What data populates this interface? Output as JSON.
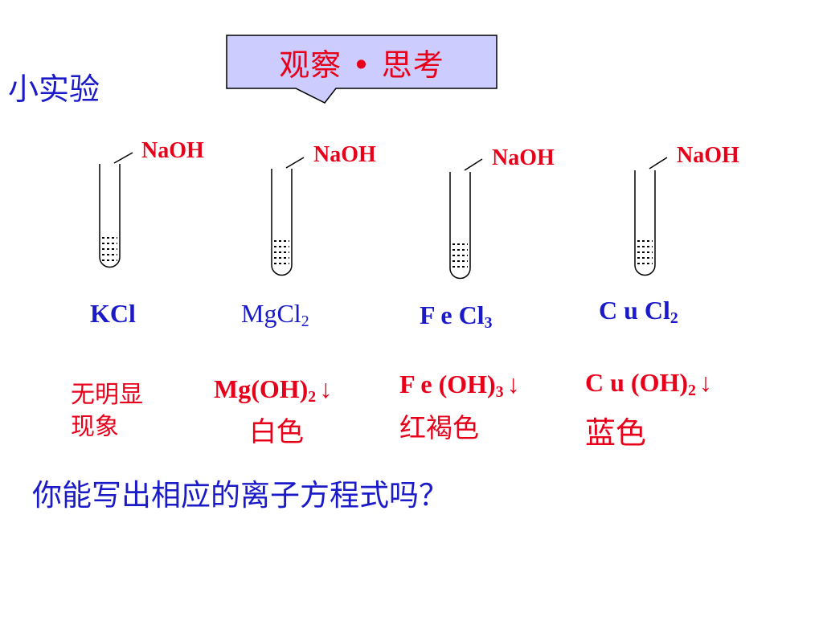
{
  "callout": {
    "text": "观察 • 思考"
  },
  "heading": "小实验",
  "tubes": [
    {
      "reagent": "NaOH",
      "salt": "KCl",
      "salt_sub": "",
      "result_line1": "无明显",
      "result_line2": "现象"
    },
    {
      "reagent": "NaOH",
      "salt": "MgCl",
      "salt_sub": "2",
      "precipitate": "Mg(OH)",
      "precipitate_sub": "2",
      "arrow": "↓",
      "color_text": "白色"
    },
    {
      "reagent": "NaOH",
      "salt": "F e Cl",
      "salt_sub": "3",
      "precipitate": "F e (OH)",
      "precipitate_sub": "3",
      "arrow": "↓",
      "color_text": "红褐色"
    },
    {
      "reagent": "NaOH",
      "salt": "C u Cl",
      "salt_sub": "2",
      "precipitate": "C u (OH)",
      "precipitate_sub": "2",
      "arrow": "↓",
      "color_text": "蓝色"
    }
  ],
  "question": "你能写出相应的离子方程式吗？",
  "colors": {
    "red": "#e8001a",
    "blue": "#1a1ac8",
    "callout_fill": "#ccccff"
  }
}
